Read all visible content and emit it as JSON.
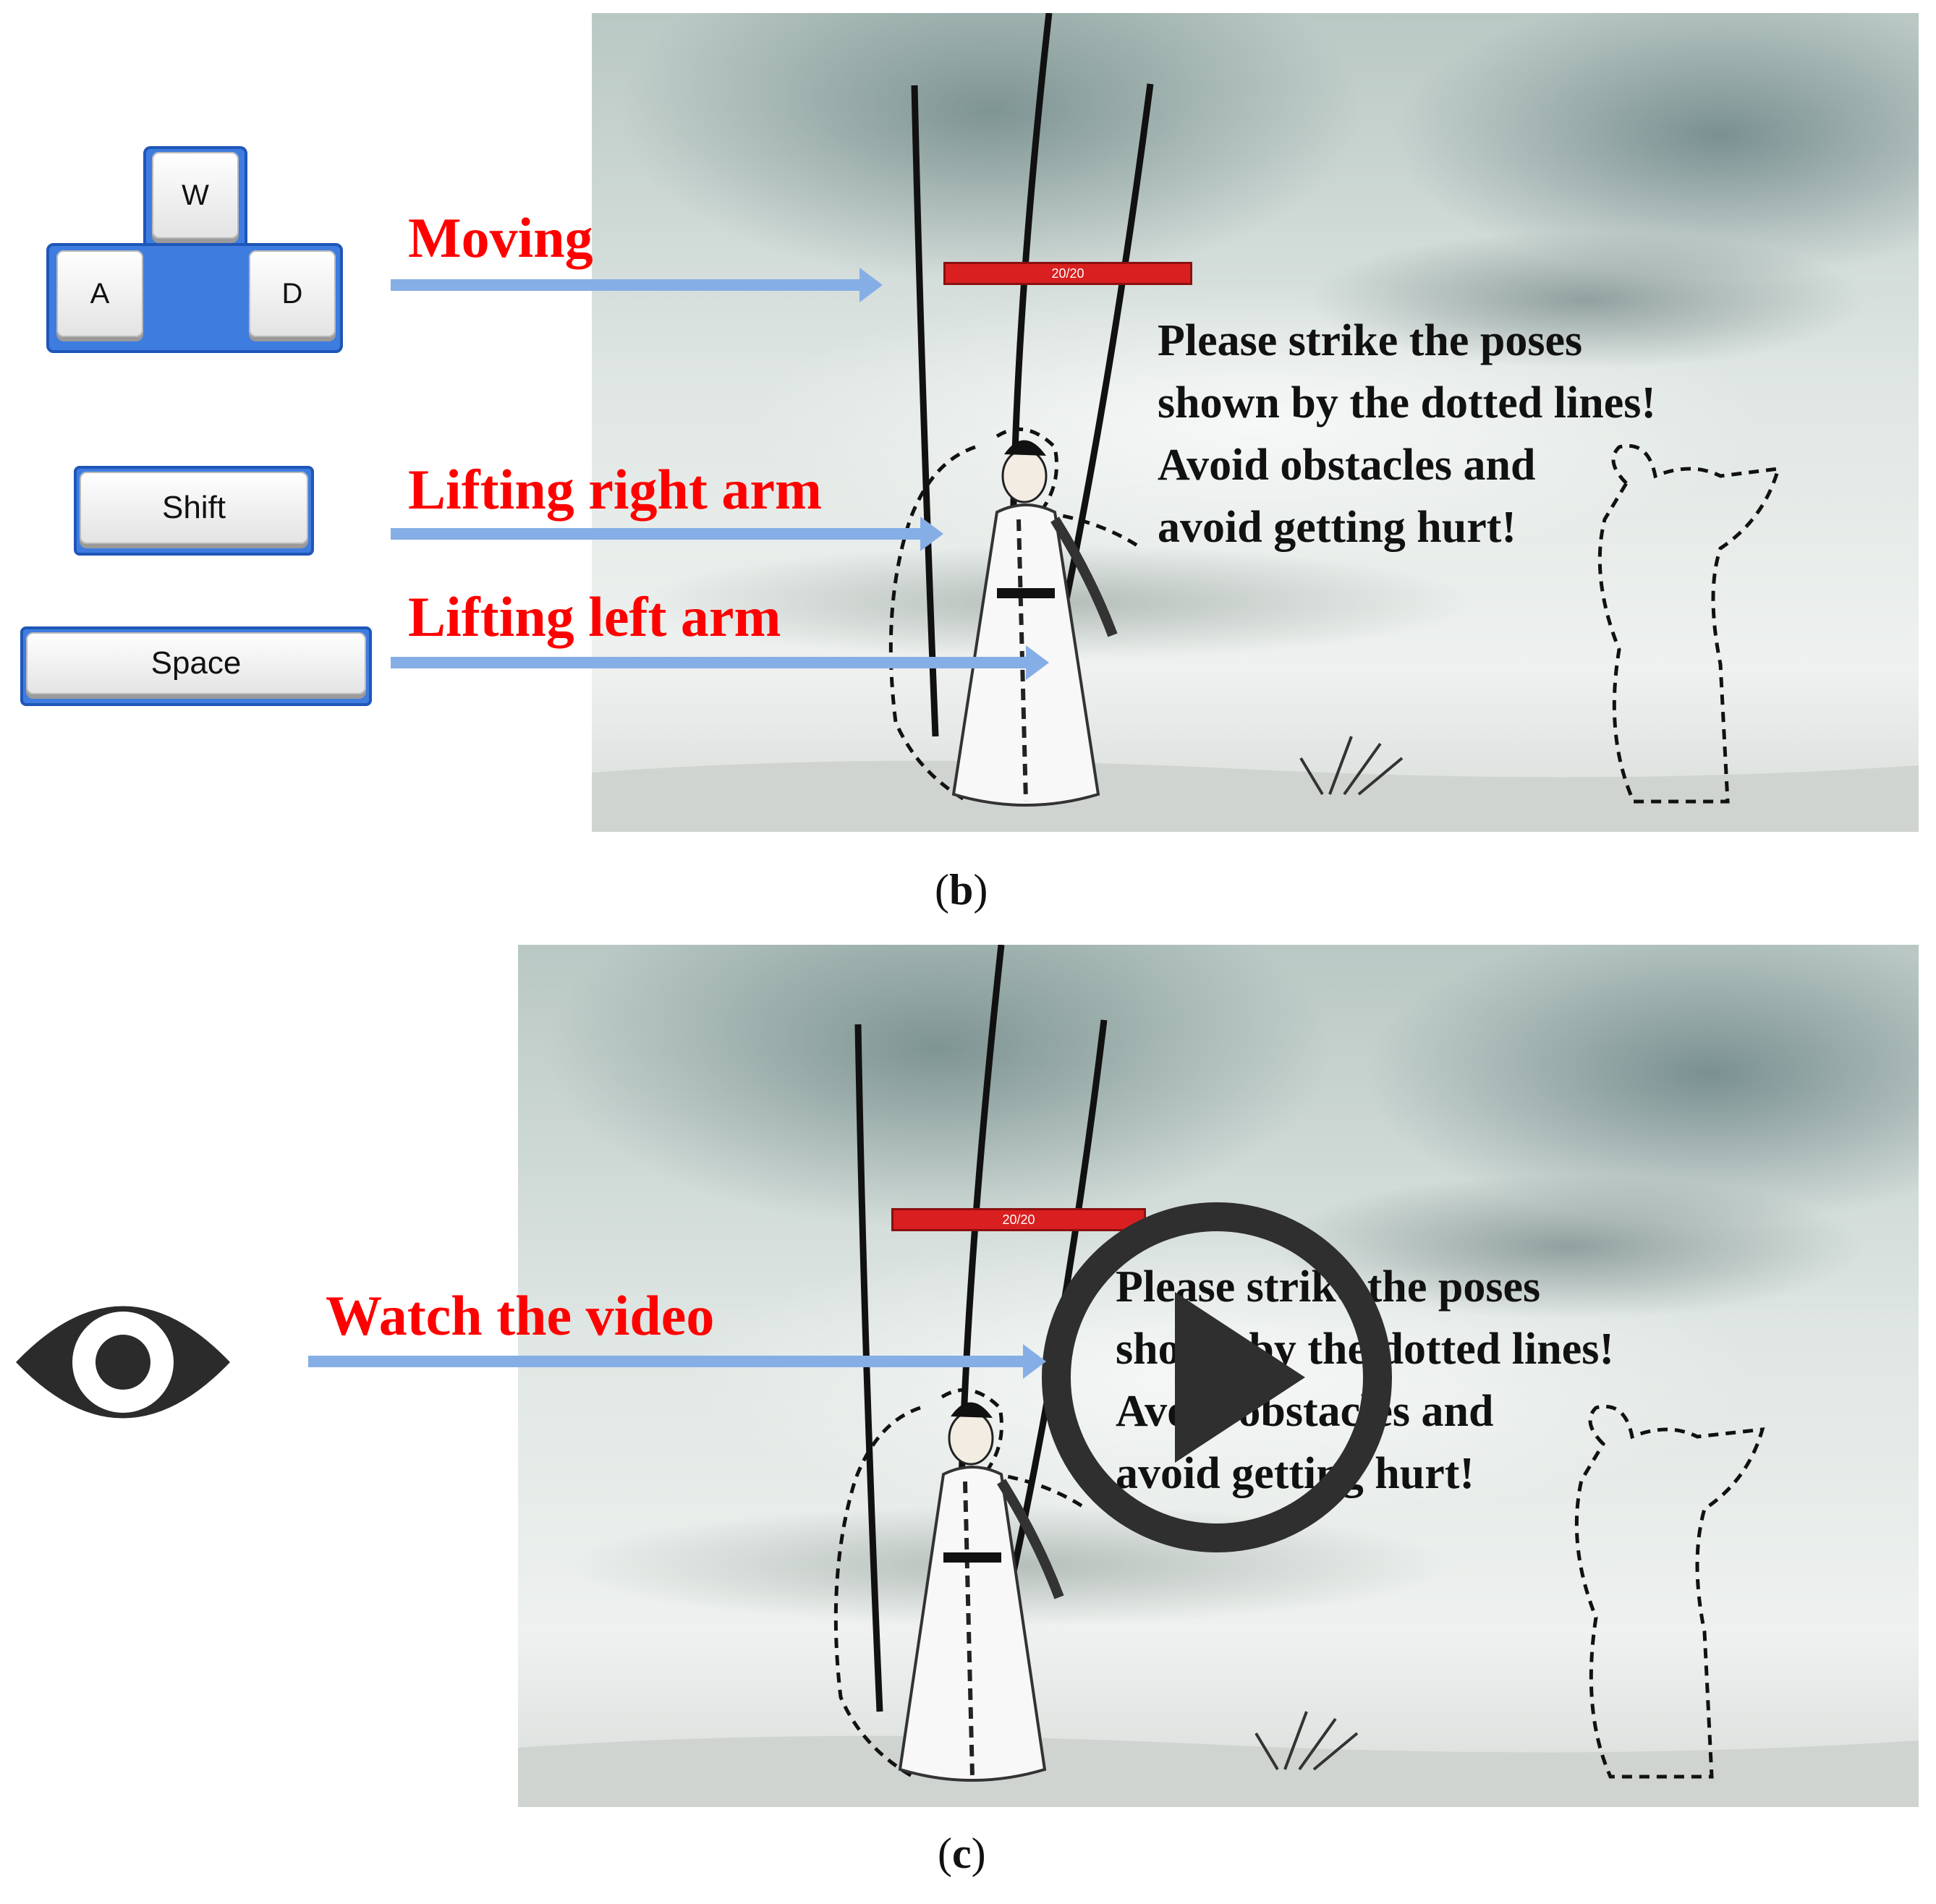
{
  "controls": {
    "keys": {
      "w": "W",
      "a": "A",
      "d": "D",
      "shift": "Shift",
      "space": "Space"
    },
    "labels": {
      "moving": "Moving",
      "right_arm": "Lifting right arm",
      "left_arm": "Lifting left arm"
    }
  },
  "game": {
    "health": "20/20",
    "instruction_lines": [
      "Please strike the poses",
      "shown by the dotted lines!",
      "Avoid obstacles and",
      "avoid getting hurt!"
    ]
  },
  "video": {
    "label": "Watch the video",
    "icon": "eye-icon",
    "play_icon": "play-icon"
  },
  "captions": {
    "b": "b",
    "c": "c"
  },
  "colors": {
    "label_red": "#ff0000",
    "arrow_blue": "#86aee6",
    "key_blue": "#3e7ce0",
    "hp_red": "#d91f1f"
  }
}
